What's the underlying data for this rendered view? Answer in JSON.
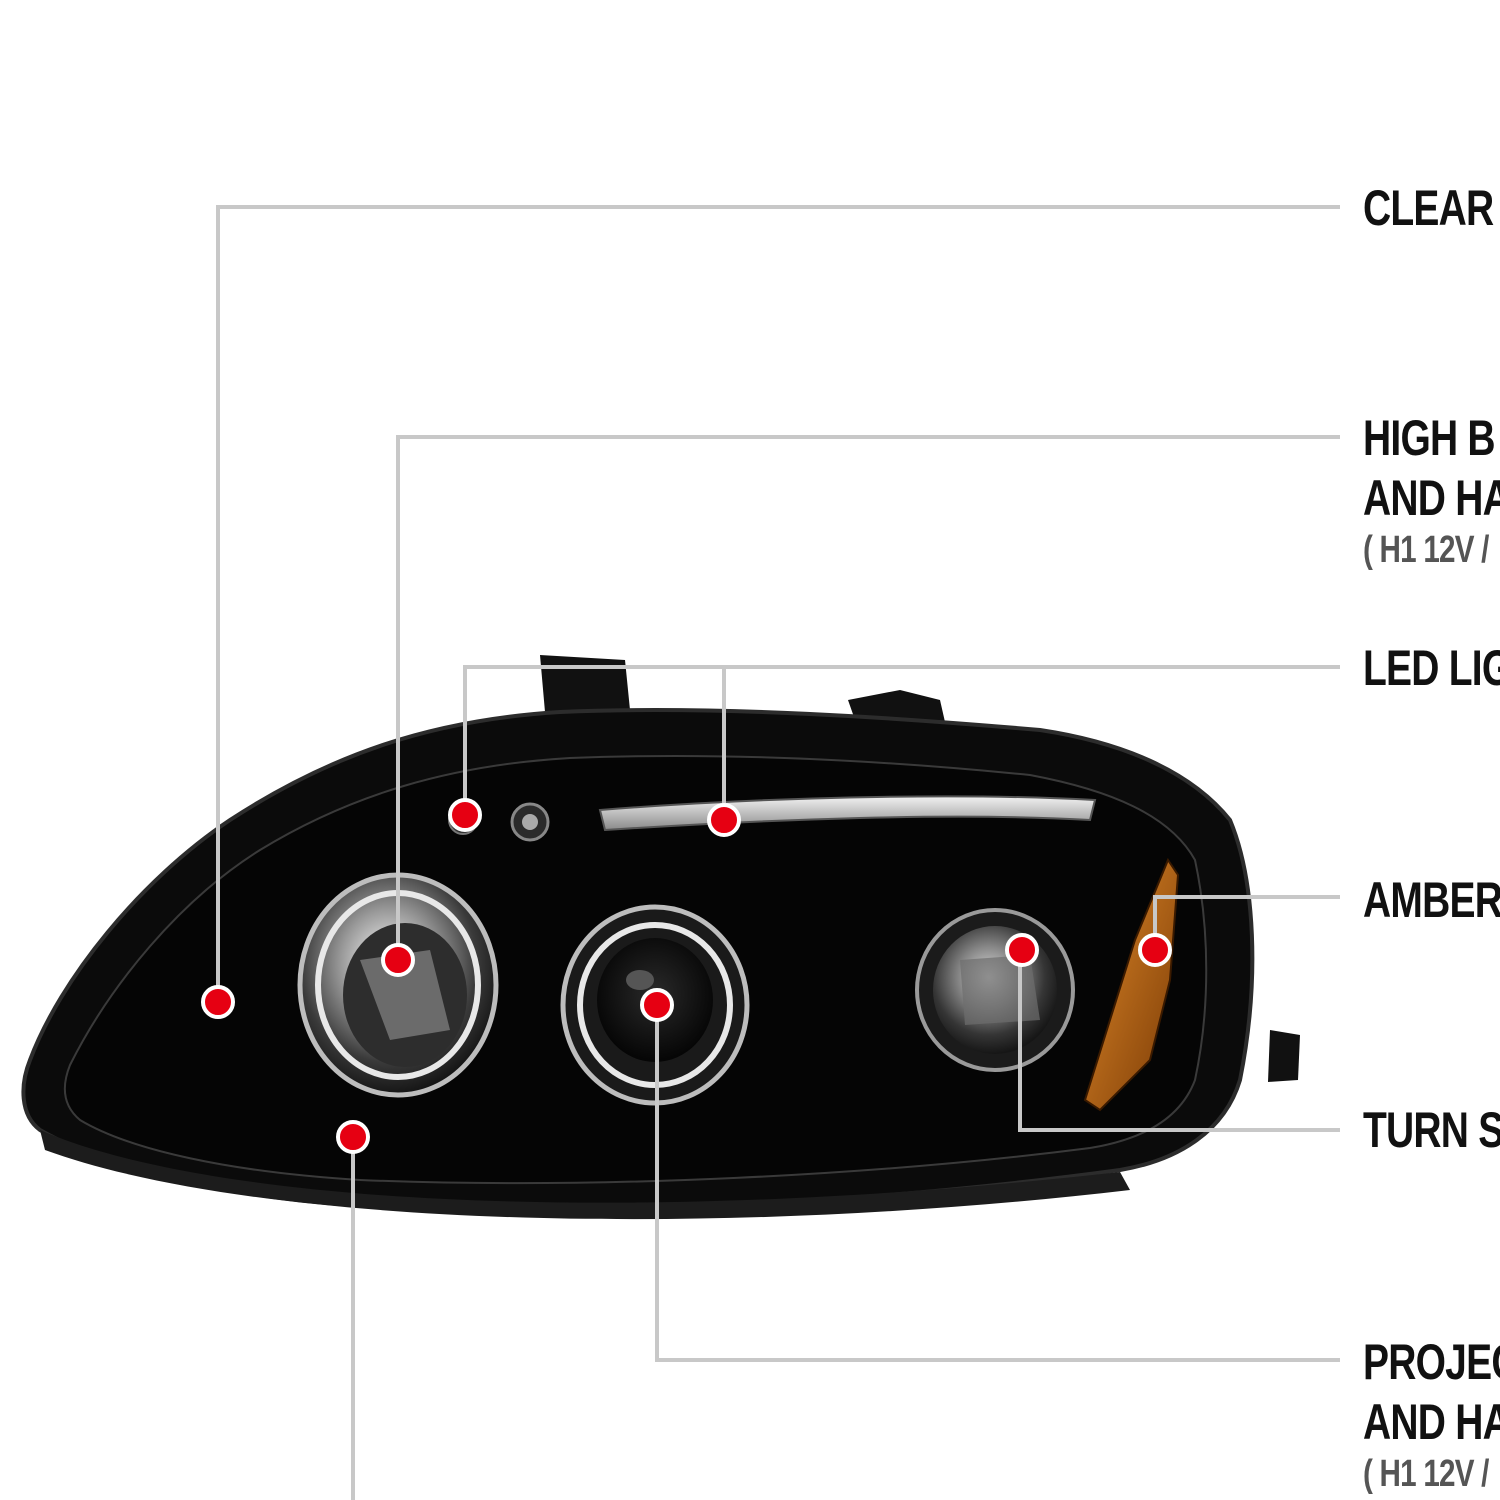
{
  "callouts": [
    {
      "id": "clear-lens",
      "lines": [
        "CLEAR L"
      ],
      "sub": ""
    },
    {
      "id": "high-beam",
      "lines": [
        "HIGH B",
        "AND HA"
      ],
      "sub": "( H1  12V /"
    },
    {
      "id": "led-light",
      "lines": [
        "LED LIG"
      ],
      "sub": ""
    },
    {
      "id": "amber",
      "lines": [
        "AMBER"
      ],
      "sub": ""
    },
    {
      "id": "turn-signal",
      "lines": [
        "TURN S"
      ],
      "sub": ""
    },
    {
      "id": "projector",
      "lines": [
        "PROJEC",
        "AND HA"
      ],
      "sub": "( H1  12V /"
    }
  ],
  "colors": {
    "leader_line": "#c8c8c8",
    "marker": "#e60012",
    "housing": "#0d0d0d",
    "amber": "#b8640f"
  }
}
